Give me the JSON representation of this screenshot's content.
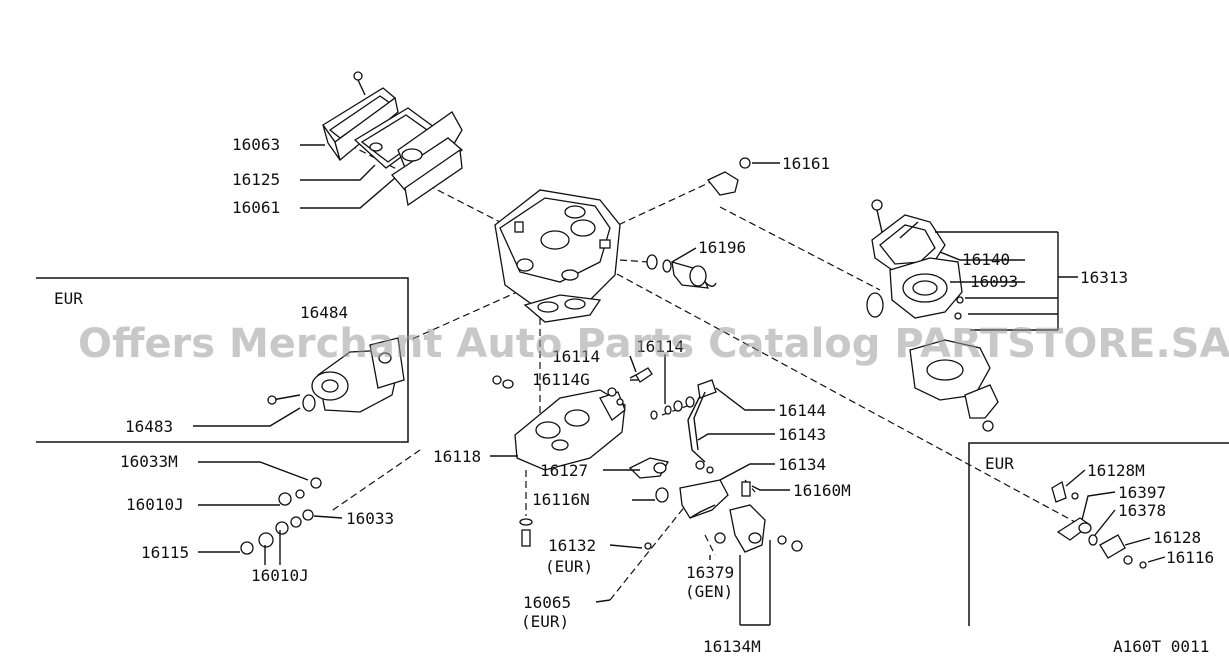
{
  "watermark": "Offers Merchant Auto Parts Catalog PARTSTORE.SA",
  "drawing_ref": "A160T 0011",
  "region_labels": {
    "left_box": "EUR",
    "right_box": "EUR"
  },
  "colors": {
    "line": "#111111",
    "watermark": "#9a9a9a",
    "background": "#ffffff"
  },
  "parts": {
    "p16063": "16063",
    "p16125": "16125",
    "p16061": "16061",
    "p16161": "16161",
    "p16196": "16196",
    "p16140": "16140",
    "p16093": "16093",
    "p16313": "16313",
    "p16484": "16484",
    "p16483": "16483",
    "p16114": "16114",
    "p16114g": "16114G",
    "p16114b": "16114",
    "p16144": "16144",
    "p16143": "16143",
    "p16118": "16118",
    "p16127": "16127",
    "p16116n": "16116N",
    "p16134": "16134",
    "p16160m": "16160M",
    "p16033m": "16033M",
    "p16010j_a": "16010J",
    "p16033": "16033",
    "p16115": "16115",
    "p16010j_b": "16010J",
    "p16132": "16132",
    "p16132_note": "(EUR)",
    "p16065": "16065",
    "p16065_note": "(EUR)",
    "p16379": "16379",
    "p16379_note": "(GEN)",
    "p16134m": "16134M",
    "p16128m": "16128M",
    "p16397": "16397",
    "p16378": "16378",
    "p16128": "16128",
    "p16116": "16116"
  }
}
